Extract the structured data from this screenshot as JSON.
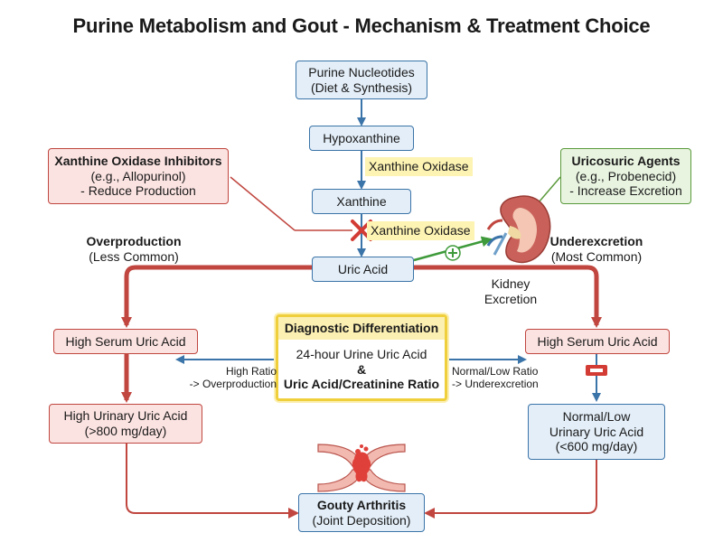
{
  "title": "Purine Metabolism and Gout - Mechanism & Treatment Choice",
  "nodes": {
    "purine": {
      "line1": "Purine Nucleotides",
      "line2": "(Diet & Synthesis)"
    },
    "hypoxanthine": "Hypoxanthine",
    "xanthine": "Xanthine",
    "uric_acid": "Uric Acid",
    "xoi": {
      "line1": "Xanthine Oxidase Inhibitors",
      "line2": "(e.g., Allopurinol)",
      "line3": "- Reduce Production"
    },
    "uricosuric": {
      "line1": "Uricosuric Agents",
      "line2": "(e.g., Probenecid)",
      "line3": "- Increase Excretion"
    },
    "left_serum": "High Serum Uric Acid",
    "right_serum": "High Serum Uric Acid",
    "left_urinary": {
      "line1": "High Urinary Uric Acid",
      "line2": "(>800 mg/day)"
    },
    "right_urinary": {
      "line1": "Normal/Low",
      "line2": "Urinary Uric Acid",
      "line3": "(<600 mg/day)"
    },
    "diagnostic": {
      "title": "Diagnostic Differentiation",
      "line1": "24-hour Urine Uric Acid",
      "line2": "&",
      "line3": "Uric Acid/Creatinine Ratio"
    },
    "gout": {
      "line1": "Gouty Arthritis",
      "line2": "(Joint Deposition)"
    }
  },
  "enzymes": {
    "first": "Xanthine Oxidase",
    "second": "Xanthine Oxidase"
  },
  "labels": {
    "overproduction": {
      "line1": "Overproduction",
      "line2": "(Less Common)"
    },
    "underexcretion": {
      "line1": "Underexcretion",
      "line2": "(Most Common)"
    },
    "kidney": {
      "line1": "Kidney",
      "line2": "Excretion"
    },
    "high_ratio": {
      "line1": "High Ratio",
      "line2": "-> Overproduction"
    },
    "low_ratio": {
      "line1": "Normal/Low Ratio",
      "line2": "-> Underexcretion"
    },
    "plus": "+"
  },
  "icons": [
    "kidney-icon",
    "joint-icon",
    "inhibition-x-icon",
    "minus-icon",
    "plus-icon"
  ],
  "colors": {
    "blue": "#3b74a8",
    "red": "#c0463f",
    "green": "#5b9a3c",
    "yellow": "#f0cf3c"
  }
}
